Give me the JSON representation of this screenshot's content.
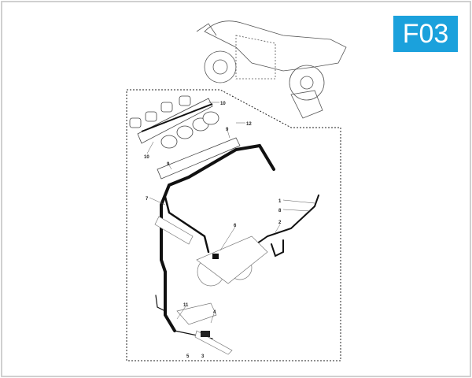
{
  "badge": {
    "code": "F03",
    "color": "#1ba1dc"
  },
  "callouts": [
    {
      "number": "10"
    },
    {
      "number": "10"
    },
    {
      "number": "12"
    },
    {
      "number": "9"
    },
    {
      "number": "9"
    },
    {
      "number": "7"
    },
    {
      "number": "1"
    },
    {
      "number": "8"
    },
    {
      "number": "2"
    },
    {
      "number": "6"
    },
    {
      "number": "11"
    },
    {
      "number": "4"
    },
    {
      "number": "5"
    },
    {
      "number": "3"
    }
  ]
}
